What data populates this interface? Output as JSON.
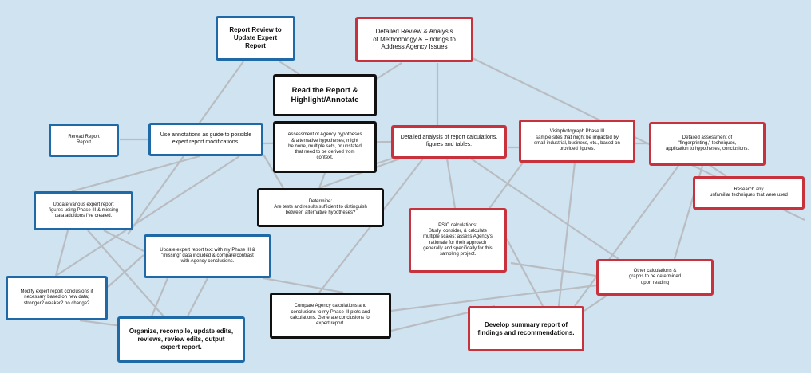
{
  "colors": {
    "background": "#cfe3f1",
    "connector": "#b9bdc2",
    "blue_border": "#1f6aa6",
    "red_border": "#c8323c",
    "black_border": "#111111"
  },
  "nodes": {
    "report_review": "Report Review to\nUpdate Expert\nReport",
    "detailed_review": "Detailed Review & Analysis\nof Methodology & Findings to\nAddress Agency Issues",
    "read_report": "Read the Report &\nHighlight/Annotate",
    "reread_report": "Reread Report\nReport",
    "use_annotations": "Use annotations as guide to possible\nexpert report modifications.",
    "assessment_agency": "Assessment of Agency hypotheses\n& alternative hypotheses; might\nbe none, multiple sets, or unstated\nthat need to be derived from\ncontext.",
    "detailed_analysis_calc": "Detailed analysis of report calculations,\nfigures and tables.",
    "visit_photograph": "Visit/photograph Phase III\nsample sites that might be impacted by\nsmall industrial, business, etc., based on\nprovided figures.",
    "fingerprinting": "Detailed assessment of\n\"fingerprinting,\" techniques,\napplication to hypotheses, conclusions.",
    "research_unfamiliar": "Research any\nunfamiliar techniques that were used",
    "update_figures": "Update various expert report\nfigures using Phase III & missing\ndata additions I've created.",
    "determine": "Determine:\nAre tests and results sufficient to distinguish\nbetween alternative hypotheses?",
    "psic": "PSIC calculations:\nStudy, consider, & calculate\nmultiple scales; assess Agency's\nrationale for their approach\ngenerally and specifically for this\nsampling project.",
    "update_text": "Update expert report text with my Phase III &\n\"missing\" data included & compare/contrast\nwith Agency conclusions.",
    "modify_conclusions": "Modify expert report conclusions if\nnecessary based on new data;\nstronger? weaker? no change?",
    "other_calculations": "Other calculations &\ngraphs to be determined\nupon reading",
    "compare_agency": "Compare Agency calculations and\nconclusions to my Phase III plots and\ncalculations. Generate conclusions for\nexpert report.",
    "organize": "Organize, recompile, update edits,\nreviews, review edits, output\nexpert report.",
    "develop_summary": "Develop summary report of\nfindings and recommendations."
  }
}
